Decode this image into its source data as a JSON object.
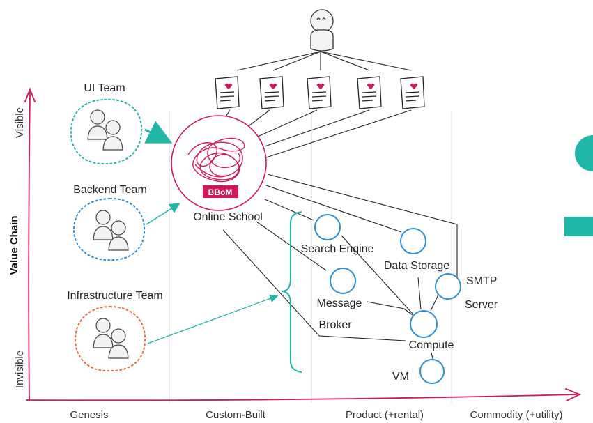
{
  "diagram": {
    "axes": {
      "y_title": "Value Chain",
      "y_top": "Visible",
      "y_bottom": "Invisible",
      "x_stages": [
        "Genesis",
        "Custom-Built",
        "Product (+rental)",
        "Commodity (+utility)"
      ]
    },
    "teams": [
      {
        "label": "UI Team",
        "color": "#20b7a8"
      },
      {
        "label": "Backend Team",
        "color": "#2b8fd6"
      },
      {
        "label": "Infrastructure Team",
        "color": "#ef6a3a"
      }
    ],
    "component_hub": {
      "name": "Online School",
      "badge": "BBoM",
      "color": "#d0185a"
    },
    "components": [
      {
        "name": "Search Engine"
      },
      {
        "name": "Data Storage"
      },
      {
        "name": "SMTP",
        "name2": "Server"
      },
      {
        "name": "Message",
        "name2": "Broker"
      },
      {
        "name": "Compute"
      },
      {
        "name": "VM"
      }
    ],
    "colors": {
      "axis": "#d0185a",
      "component": "#2b8fd6",
      "accent": "#20b7a8",
      "line": "#222222"
    }
  }
}
